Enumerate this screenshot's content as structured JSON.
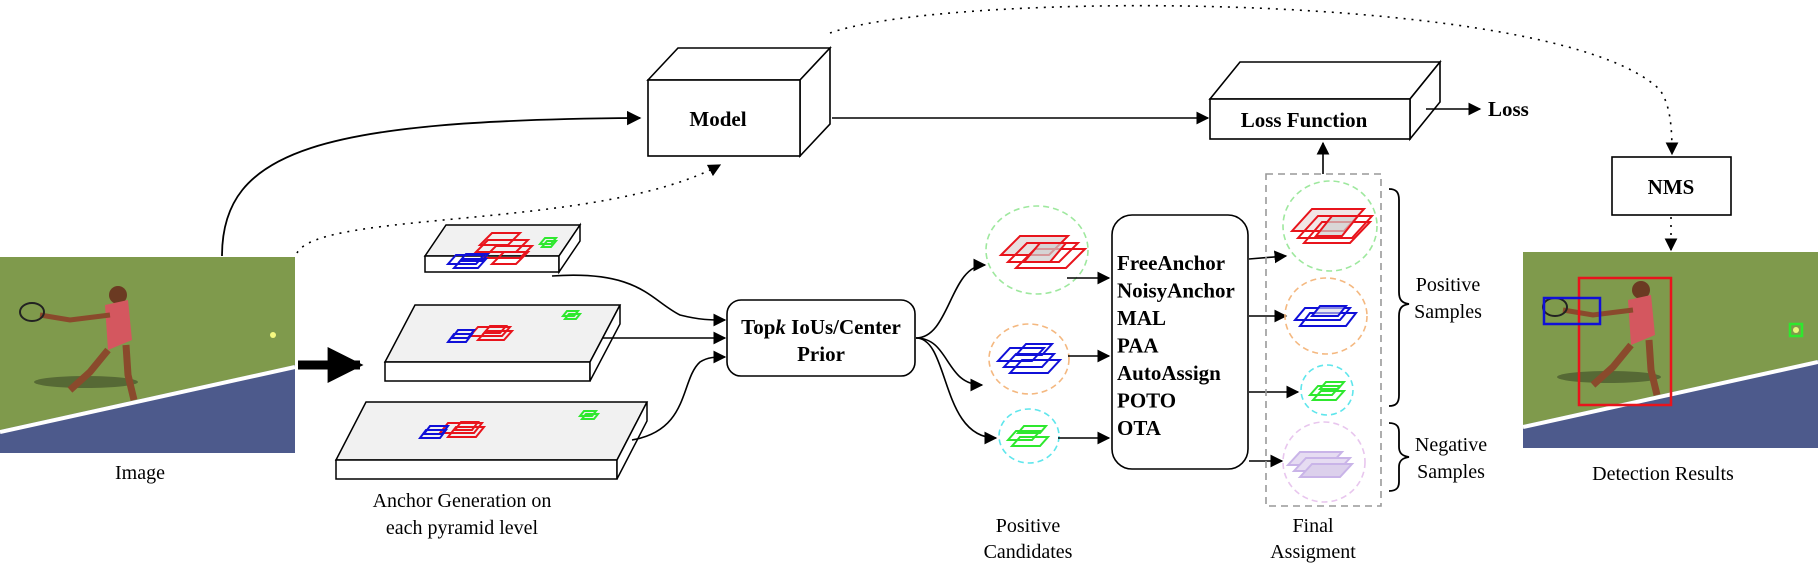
{
  "labels": {
    "image": "Image",
    "anchor_generation_line1": "Anchor Generation on",
    "anchor_generation_line2": "each pyramid level",
    "model": "Model",
    "topk_prefix": "Top",
    "topk_k": "k",
    "topk_rest": " IoUs/Center",
    "topk_line2": "Prior",
    "positive_candidates_line1": "Positive",
    "positive_candidates_line2": "Candidates",
    "final_assignment_line1": "Final",
    "final_assignment_line2": "Assigment",
    "loss_function": "Loss Function",
    "loss": "Loss",
    "nms": "NMS",
    "positive_samples_line1": "Positive",
    "positive_samples_line2": "Samples",
    "negative_samples_line1": "Negative",
    "negative_samples_line2": "Samples",
    "detection_results": "Detection Results"
  },
  "methods": [
    "FreeAnchor",
    "NoisyAnchor",
    "MAL",
    "PAA",
    "AutoAssign",
    "POTO",
    "OTA"
  ],
  "colors": {
    "red": "#e8141c",
    "blue": "#1010d8",
    "green": "#2ee82e",
    "purple_faded": "#c9b4e8",
    "grass": "#7f9a4c",
    "court_blue": "#4d5a8c",
    "ellipse_green": "#9ee89e",
    "ellipse_orange": "#f4b880",
    "ellipse_cyan": "#5fe6ec",
    "ellipse_purple": "#e8c6ee"
  }
}
